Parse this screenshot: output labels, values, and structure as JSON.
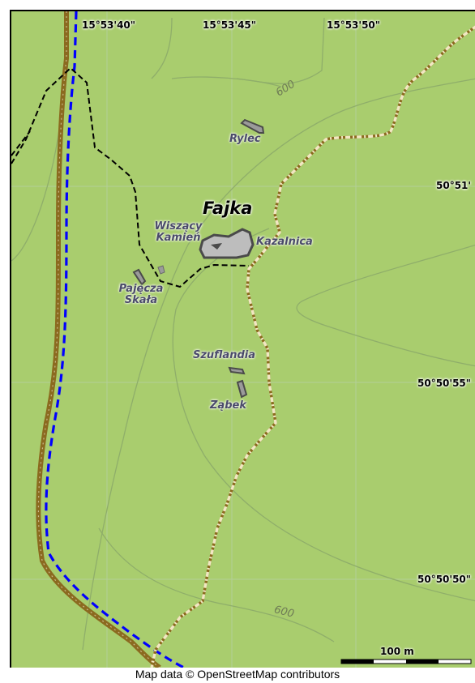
{
  "map": {
    "title": "Fajka",
    "attribution": "Map data © OpenStreetMap contributors",
    "scale_bar_label": "100 m",
    "longitude_labels": [
      "15°53'40\"",
      "15°53'45\"",
      "15°53'50\""
    ],
    "latitude_labels": [
      "50°51'",
      "50°50'55\"",
      "50°50'50\""
    ],
    "contour_labels": [
      "600",
      "600"
    ],
    "features": {
      "rylec": "Rylec",
      "wiszacy_kamien": "Wiszący Kamień",
      "kazalnica": "Kazalnica",
      "pajecza_skala": "Pajęcza Skała",
      "szuflandia": "Szuflandia",
      "zabek": "Ząbek"
    },
    "colors": {
      "background": "#a9cd6e",
      "grid": "#b9cfa8",
      "contour": "#8fae6a",
      "road_brown": "#8b6a1f",
      "track_dash": "#f2e7c3",
      "footpath_black": "#000000",
      "trail_blue": "#0000ff",
      "rock_fill": "#bdbdbd",
      "rock_outline": "#4a4a4a"
    }
  }
}
